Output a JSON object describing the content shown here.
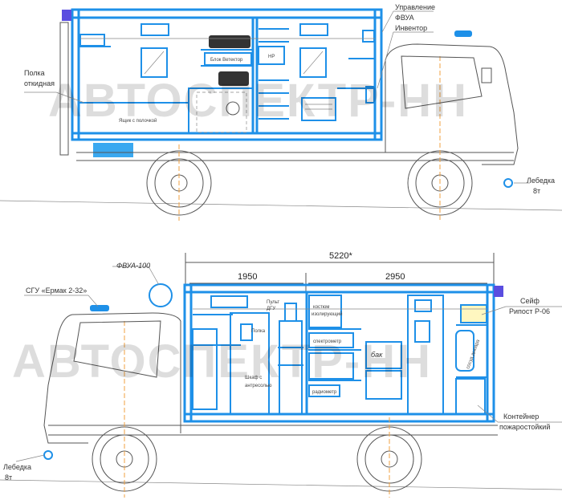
{
  "watermark": "АВТОСПЕКТР-НН",
  "top_view": {
    "labels": {
      "control": "Управление",
      "fvua": "ФВУА",
      "inverter": "Инвентор",
      "shelf_1": "Полка",
      "shelf_2": "откидная",
      "block": "Блок Ветектор",
      "hp": "HP",
      "box": "Ящик с полочкой",
      "winch_1": "Лебедка",
      "winch_2": "8т"
    }
  },
  "bottom_view": {
    "dimensions": {
      "total": "5220*",
      "left": "1950",
      "right": "2950"
    },
    "labels": {
      "fvua100": "ФВУА-100",
      "sgu": "СГУ «Ермак 2-32»",
      "console_1": "Пульт",
      "console_2": "ДГУ",
      "shelf": "Полка",
      "cabinet_1": "Шкаф с",
      "cabinet_2": "антресолью",
      "suit_1": "костюм",
      "suit_2": "изолирующий",
      "spectrometer": "спектрометр",
      "radiometer": "радиометр",
      "tank": "бак",
      "safe_1": "Сейф",
      "safe_2": "Рипост Р-06",
      "dewar": "сосуд дьюара",
      "container_1": "Контейнер",
      "container_2": "пожаростойкий",
      "winch_1": "Лебедка",
      "winch_2": "8т"
    }
  }
}
